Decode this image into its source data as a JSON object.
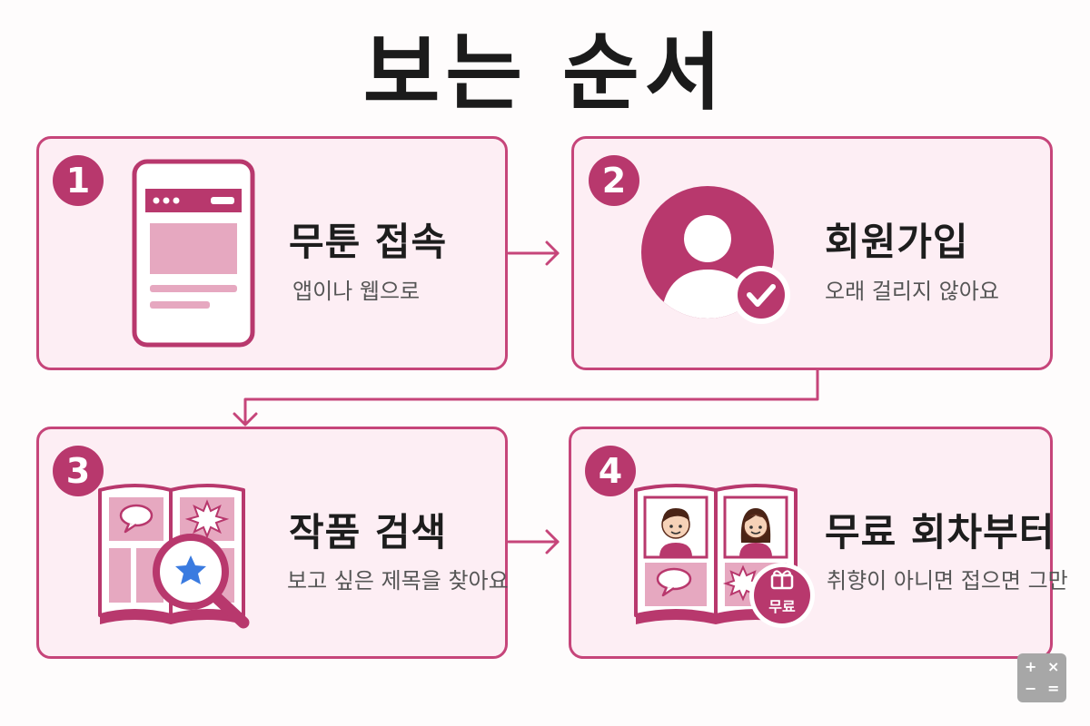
{
  "title": "보는 순서",
  "steps": [
    {
      "number": "1",
      "label": "무툰 접속",
      "desc": "앱이나 웹으로"
    },
    {
      "number": "2",
      "label": "회원가입",
      "desc": "오래 걸리지 않아요"
    },
    {
      "number": "3",
      "label": "작품 검색",
      "desc": "보고 싶은 제목을 찾아요"
    },
    {
      "number": "4",
      "label": "무료 회차부터",
      "desc": "취향이 아니면 접으면 그만",
      "tag": "무료"
    }
  ],
  "colors": {
    "accent": "#b8386d",
    "card_bg": "#fdeef4",
    "card_border": "#c6457a",
    "light": "#e8a9c2"
  },
  "calculator": {
    "plus": "+",
    "times": "×",
    "minus": "−",
    "equals": "="
  }
}
